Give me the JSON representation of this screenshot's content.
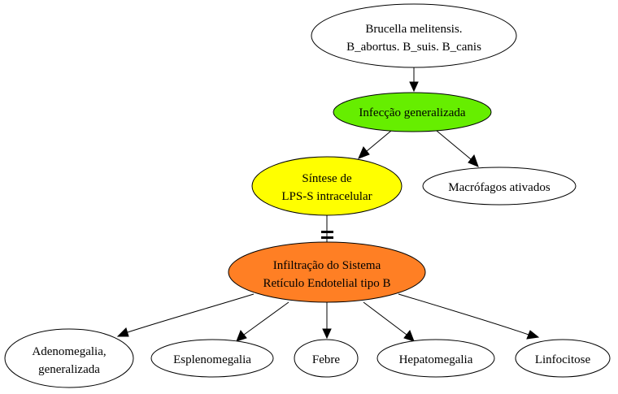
{
  "colors": {
    "default_fill": "#ffffff",
    "infection": "#66ee00",
    "synthesis": "#ffff00",
    "infiltration": "#ff7f24",
    "stroke": "#000000"
  },
  "nodes": {
    "brucella": {
      "lines": [
        "Brucella melitensis.",
        "B_abortus. B_suis. B_canis"
      ]
    },
    "infection": {
      "lines": [
        "Infecção generalizada"
      ]
    },
    "synthesis": {
      "lines": [
        "Síntese de",
        "LPS-S intracelular"
      ]
    },
    "macrophages": {
      "lines": [
        "Macrófagos ativados"
      ]
    },
    "infiltration": {
      "lines": [
        "Infiltração do Sistema",
        "Retículo Endotelial tipo B"
      ]
    },
    "adenomegaly": {
      "lines": [
        "Adenomegalia,",
        "generalizada"
      ]
    },
    "splenomegaly": {
      "lines": [
        "Esplenomegalia"
      ]
    },
    "fever": {
      "lines": [
        "Febre"
      ]
    },
    "hepatomegaly": {
      "lines": [
        "Hepatomegalia"
      ]
    },
    "lymphocytosis": {
      "lines": [
        "Linfocitose"
      ]
    }
  },
  "edges": [
    {
      "from": "brucella",
      "to": "infection",
      "type": "arrow"
    },
    {
      "from": "infection",
      "to": "synthesis",
      "type": "arrow"
    },
    {
      "from": "infection",
      "to": "macrophages",
      "type": "arrow"
    },
    {
      "from": "synthesis",
      "to": "infiltration",
      "type": "tee"
    },
    {
      "from": "infiltration",
      "to": "adenomegaly",
      "type": "arrow"
    },
    {
      "from": "infiltration",
      "to": "splenomegaly",
      "type": "arrow"
    },
    {
      "from": "infiltration",
      "to": "fever",
      "type": "arrow"
    },
    {
      "from": "infiltration",
      "to": "hepatomegaly",
      "type": "arrow"
    },
    {
      "from": "infiltration",
      "to": "lymphocytosis",
      "type": "arrow"
    }
  ]
}
